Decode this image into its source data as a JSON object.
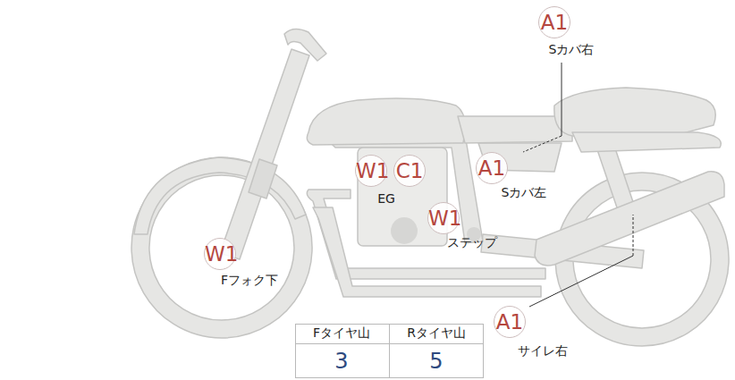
{
  "diagram": {
    "nodes": [
      {
        "text": [
          "A1",
          "Sカバ右"
        ]
      },
      {
        "text": [
          "W1"
        ]
      },
      {
        "text": [
          "C1"
        ]
      },
      {
        "text": [
          "A1",
          "Sカバ左"
        ]
      },
      {
        "text": [
          "W1",
          "ステップ"
        ]
      },
      {
        "text": [
          "W1",
          "Fフォク下"
        ]
      },
      {
        "text": [
          "A1",
          "サイレ右"
        ]
      }
    ],
    "labels": [
      "EG",
      "Fタイヤ山",
      "Rタイヤ山",
      "3",
      "5"
    ]
  }
}
